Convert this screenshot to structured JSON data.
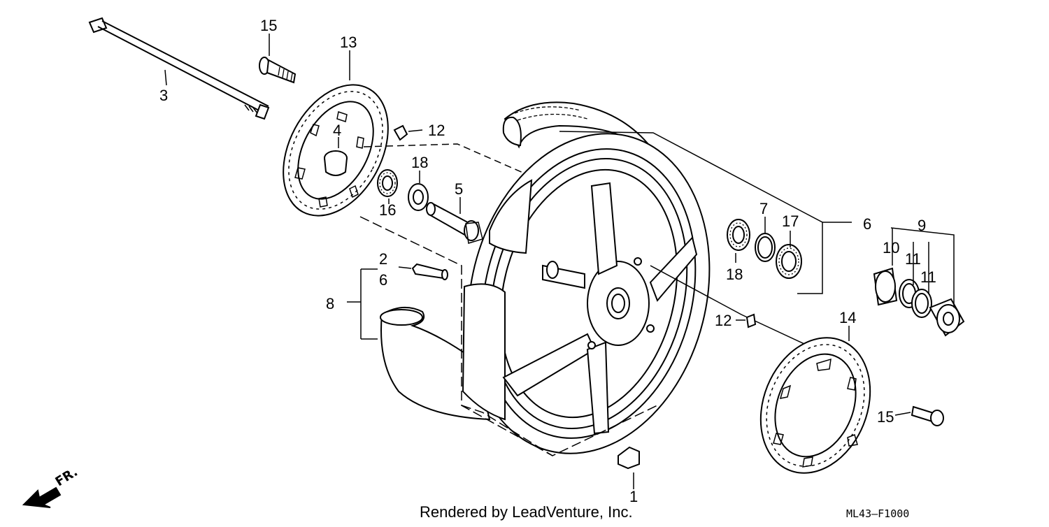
{
  "callouts": [
    {
      "id": "c15a",
      "text": "15"
    },
    {
      "id": "c13",
      "text": "13"
    },
    {
      "id": "c3",
      "text": "3"
    },
    {
      "id": "c4",
      "text": "4"
    },
    {
      "id": "c12a",
      "text": "12"
    },
    {
      "id": "c18a",
      "text": "18"
    },
    {
      "id": "c16",
      "text": "16"
    },
    {
      "id": "c5",
      "text": "5"
    },
    {
      "id": "c2",
      "text": "2"
    },
    {
      "id": "c6a",
      "text": "6"
    },
    {
      "id": "c8",
      "text": "8"
    },
    {
      "id": "c7",
      "text": "7"
    },
    {
      "id": "c17",
      "text": "17"
    },
    {
      "id": "c6b",
      "text": "6"
    },
    {
      "id": "c18b",
      "text": "18"
    },
    {
      "id": "c9",
      "text": "9"
    },
    {
      "id": "c10",
      "text": "10"
    },
    {
      "id": "c11a",
      "text": "11"
    },
    {
      "id": "c11b",
      "text": "11"
    },
    {
      "id": "c12b",
      "text": "12"
    },
    {
      "id": "c14",
      "text": "14"
    },
    {
      "id": "c15b",
      "text": "15"
    },
    {
      "id": "c1",
      "text": "1"
    }
  ],
  "direction_label": "FR.",
  "caption": "Rendered by LeadVenture, Inc.",
  "diagram_code": "ML43–F1000"
}
